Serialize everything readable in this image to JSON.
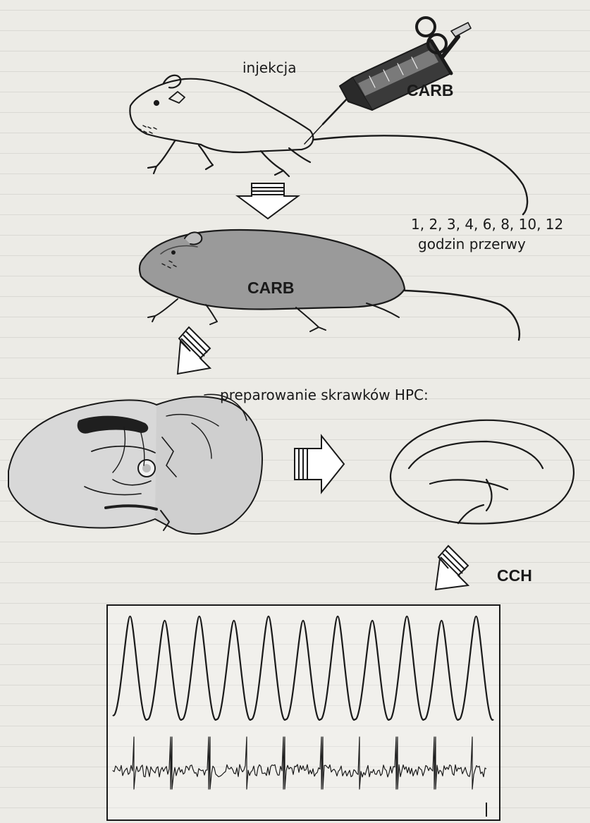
{
  "figure": {
    "labels": {
      "injection": "injekcja",
      "drug_syringe": "CARB",
      "hours": "1, 2, 3, 4, 6, 8, 10, 12",
      "hours_caption": "godzin przerwy",
      "drug_rat": "CARB",
      "slice_prep": "preparowanie skrawków HPC:",
      "drug_slice": "CCH"
    },
    "recording": {
      "oscillation_cycles": 11,
      "spike_count": 10
    },
    "colors": {
      "ink": "#1a1a1a",
      "paper": "#ecebe6",
      "arrow_fill": "#ffffff"
    }
  }
}
